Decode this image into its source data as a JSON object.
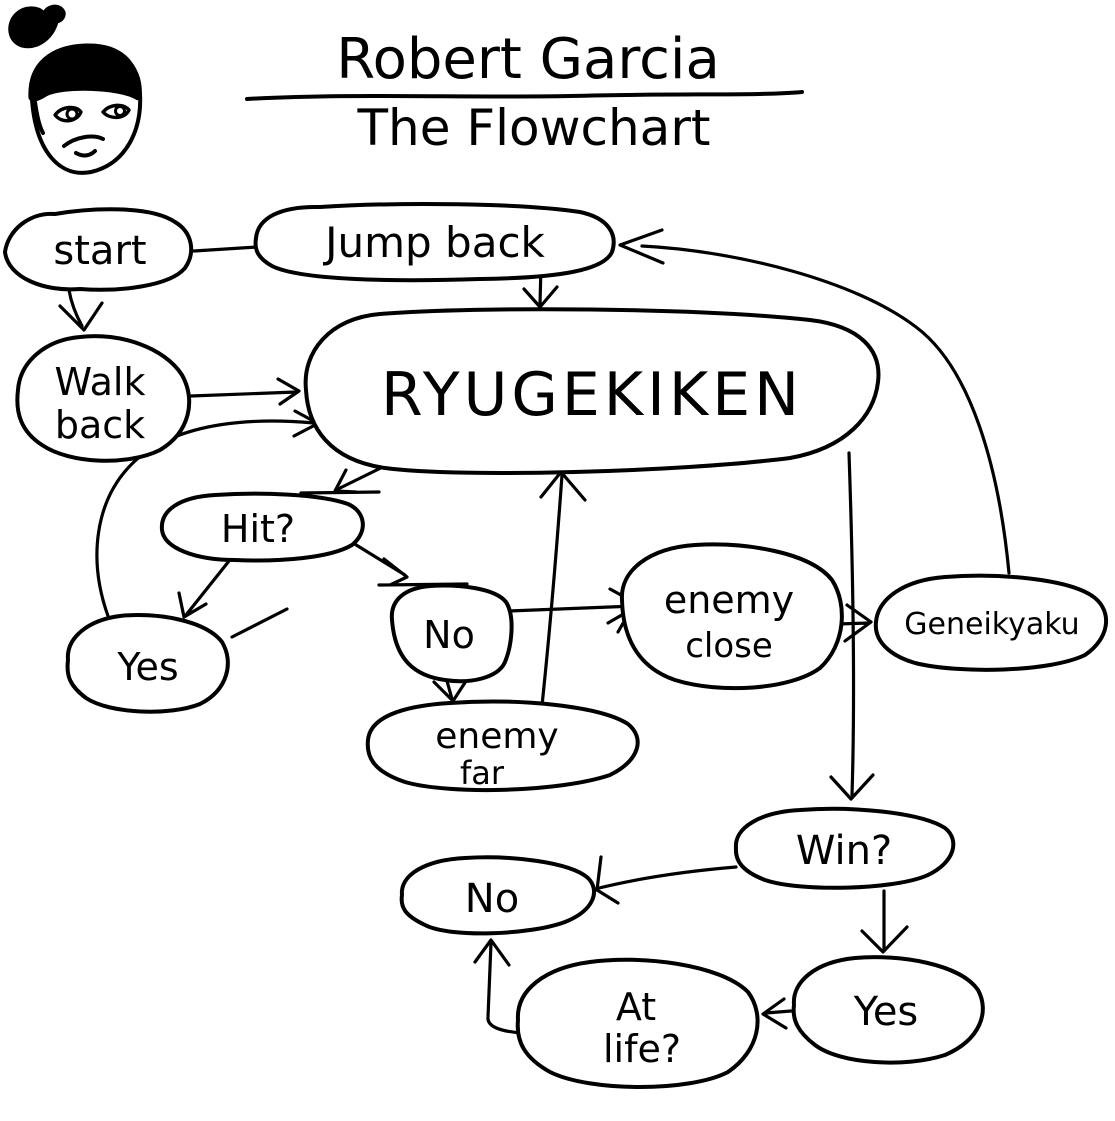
{
  "title": {
    "line1": "Robert Garcia",
    "line2": "The Flowchart"
  },
  "colors": {
    "ink": "#000000",
    "highlight_red": "#ed1c24",
    "background": "#ffffff"
  },
  "avatar": {
    "icon": "robert-garcia-face"
  },
  "flowchart": {
    "nodes": {
      "start": {
        "label": "start"
      },
      "jump_back": {
        "label": "Jump back"
      },
      "walk_back": {
        "line1": "Walk",
        "line2": "back"
      },
      "ryugekiken": {
        "label": "RYUGEKIKEN",
        "color": "#ed1c24"
      },
      "hit": {
        "label": "Hit?"
      },
      "yes_hit": {
        "label": "Yes"
      },
      "no_mid": {
        "label": "No"
      },
      "enemy_close": {
        "line1": "enemy",
        "line2": "close"
      },
      "enemy_far": {
        "line1": "enemy",
        "line2": "far"
      },
      "geneikyaku": {
        "label": "Geneikyaku"
      },
      "win": {
        "label": "Win?"
      },
      "yes_end": {
        "label": "Yes"
      },
      "at_life": {
        "line1": "At",
        "line2": "life?"
      },
      "no_end": {
        "label": "No"
      }
    },
    "edges": [
      {
        "from": "start",
        "to": "jump_back"
      },
      {
        "from": "start",
        "to": "walk_back"
      },
      {
        "from": "jump_back",
        "to": "ryugekiken"
      },
      {
        "from": "walk_back",
        "to": "ryugekiken"
      },
      {
        "from": "yes_hit",
        "to": "ryugekiken"
      },
      {
        "from": "ryugekiken",
        "to": "hit"
      },
      {
        "from": "hit",
        "to": "yes_hit"
      },
      {
        "from": "hit",
        "to": "no_mid"
      },
      {
        "from": "no_mid",
        "to": "enemy_close"
      },
      {
        "from": "no_mid",
        "to": "enemy_far"
      },
      {
        "from": "enemy_far",
        "to": "ryugekiken"
      },
      {
        "from": "enemy_close",
        "to": "geneikyaku"
      },
      {
        "from": "geneikyaku",
        "to": "jump_back"
      },
      {
        "from": "ryugekiken",
        "to": "win"
      },
      {
        "from": "win",
        "to": "no_end"
      },
      {
        "from": "win",
        "to": "yes_end"
      },
      {
        "from": "yes_end",
        "to": "at_life"
      },
      {
        "from": "at_life",
        "to": "no_end"
      }
    ]
  }
}
